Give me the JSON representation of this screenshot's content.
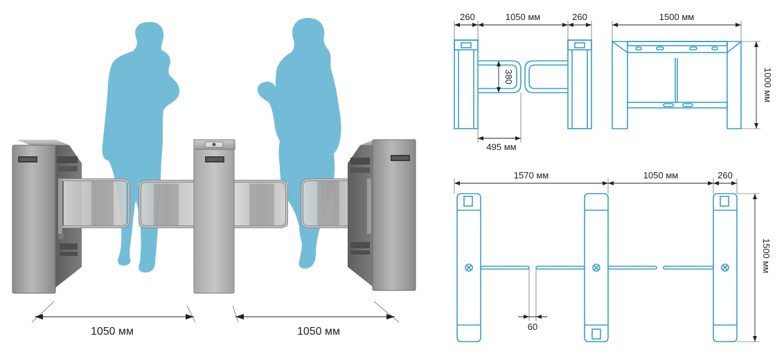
{
  "illustration": {
    "left_width_label": "1050 мм",
    "right_width_label": "1050 мм"
  },
  "front_view": {
    "post_width_left": "260",
    "passage_width": "1050 мм",
    "post_width_right": "260",
    "arm_height": "380",
    "arm_length": "495 мм"
  },
  "side_view": {
    "length": "1500 мм",
    "height": "1000 мм"
  },
  "top_view": {
    "span_total": "1570 мм",
    "passage_width": "1050 мм",
    "post_width": "260",
    "length": "1500 мм",
    "gap": "60"
  },
  "colors": {
    "silhouette": "#73bcd8",
    "blueprint": "#3a9fc8",
    "steel": "#9a9a9a",
    "dark_steel": "#6e6e6e"
  }
}
